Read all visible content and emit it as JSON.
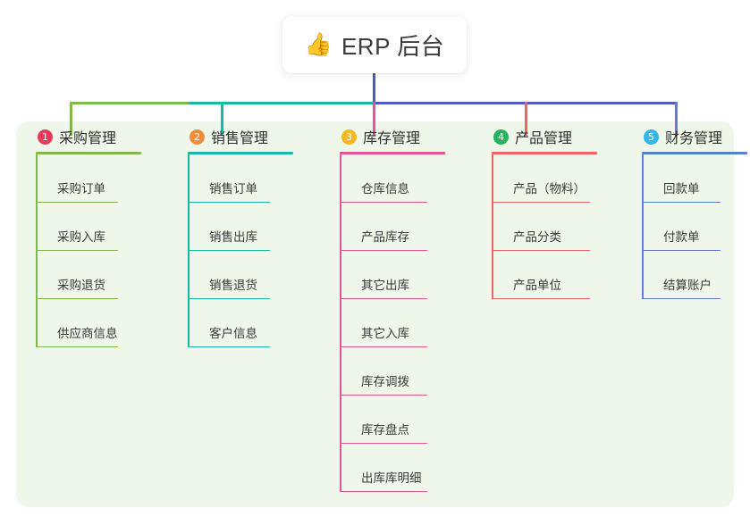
{
  "root": {
    "icon": "thumbs-up-icon",
    "icon_glyph": "👍",
    "title": "ERP 后台"
  },
  "theme": {
    "page_background": "#ffffff",
    "panel_background": "#eef7e9",
    "card_background": "#ffffff",
    "title_text": "#3b3b3b",
    "leaf_text": "#3a3a3a",
    "trunk_color": "#4d5bbf",
    "bus_segment_1": "#7cbb4b",
    "bus_segment_2": "#19b8a6",
    "bus_segment_3": "#4d5bbf"
  },
  "columns": [
    {
      "number": "1",
      "title": "采购管理",
      "badge_color": "#e8395c",
      "line_color": "#7cbb4b",
      "rule_width": 118,
      "leaf_width": 92,
      "items": [
        {
          "label": "采购订单"
        },
        {
          "label": "采购入库"
        },
        {
          "label": "采购退货"
        },
        {
          "label": "供应商信息"
        }
      ]
    },
    {
      "number": "2",
      "title": "销售管理",
      "badge_color": "#f08c3c",
      "line_color": "#19b8a6",
      "rule_width": 118,
      "leaf_width": 92,
      "items": [
        {
          "label": "销售订单"
        },
        {
          "label": "销售出库"
        },
        {
          "label": "销售退货"
        },
        {
          "label": "客户信息"
        }
      ]
    },
    {
      "number": "3",
      "title": "库存管理",
      "badge_color": "#f3b823",
      "line_color": "#e8529a",
      "rule_width": 118,
      "leaf_width": 98,
      "items": [
        {
          "label": "仓库信息"
        },
        {
          "label": "产品库存"
        },
        {
          "label": "其它出库"
        },
        {
          "label": "其它入库"
        },
        {
          "label": "库存调拨"
        },
        {
          "label": "库存盘点"
        },
        {
          "label": "出库库明细"
        }
      ]
    },
    {
      "number": "4",
      "title": "产品管理",
      "badge_color": "#25b35e",
      "line_color": "#ef6360",
      "rule_width": 118,
      "leaf_width": 110,
      "items": [
        {
          "label": "产品（物料）"
        },
        {
          "label": "产品分类"
        },
        {
          "label": "产品单位"
        }
      ]
    },
    {
      "number": "5",
      "title": "财务管理",
      "badge_color": "#36b6e8",
      "line_color": "#5b7fd4",
      "rule_width": 118,
      "leaf_width": 88,
      "items": [
        {
          "label": "回款单"
        },
        {
          "label": "付款单"
        },
        {
          "label": "结算账户"
        }
      ]
    }
  ]
}
